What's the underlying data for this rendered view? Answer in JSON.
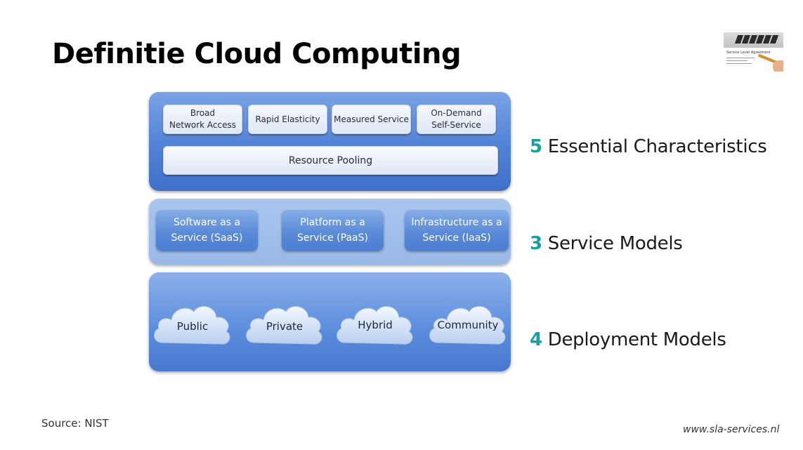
{
  "title": "Definitie Cloud Computing",
  "thumbnail": {
    "doc_title": "Service Level Agreement"
  },
  "diagram": {
    "characteristics": {
      "boxes": [
        "Broad\nNetwork Access",
        "Rapid Elasticity",
        "Measured Service",
        "On-Demand\nSelf-Service"
      ],
      "pooling": "Resource Pooling"
    },
    "service_models": [
      "Software as a\nService (SaaS)",
      "Platform as a\nService (PaaS)",
      "Infrastructure as a\nService (IaaS)"
    ],
    "deployment_models": [
      "Public",
      "Private",
      "Hybrid",
      "Community"
    ]
  },
  "side_labels": [
    {
      "number": "5",
      "text": " Essential Characteristics"
    },
    {
      "number": "3",
      "text": " Service Models"
    },
    {
      "number": "4",
      "text": " Deployment Models"
    }
  ],
  "colors": {
    "accent_number": "#17a0a0",
    "layer_blue": "#4f7fd4"
  },
  "source": "Source: NIST",
  "website": "www.sla-services.nl"
}
